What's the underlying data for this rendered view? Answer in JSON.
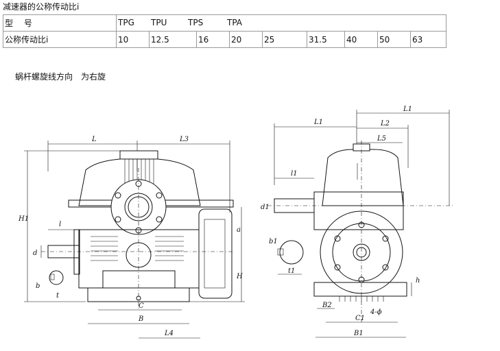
{
  "document": {
    "title": "减速器的公称传动比i",
    "table": {
      "header_label": "型　 号",
      "models": [
        "TPG",
        "TPU",
        "TPS",
        "TPA"
      ],
      "ratio_label": "公称传动比i",
      "ratios": [
        "10",
        "12.5",
        "16",
        "20",
        "25",
        "31.5",
        "40",
        "50",
        "63"
      ]
    },
    "note": "蜗杆螺旋线方向　为右旋"
  },
  "drawing": {
    "front_view_labels": {
      "L": "L",
      "L3": "L3",
      "H1": "H1",
      "l": "l",
      "d": "d",
      "b": "b",
      "t": "t",
      "a": "a",
      "H": "H",
      "C": "C",
      "B": "B",
      "L4": "L4"
    },
    "side_view_labels": {
      "L1_top": "L1",
      "L1": "L1",
      "L2": "L2",
      "Ls": "L5",
      "l1": "l1",
      "d1": "d1",
      "b1": "b1",
      "t1": "t1",
      "h": "h",
      "B2": "B2",
      "four_phi": "4-ϕ",
      "C1": "C1",
      "B1": "B1"
    }
  }
}
